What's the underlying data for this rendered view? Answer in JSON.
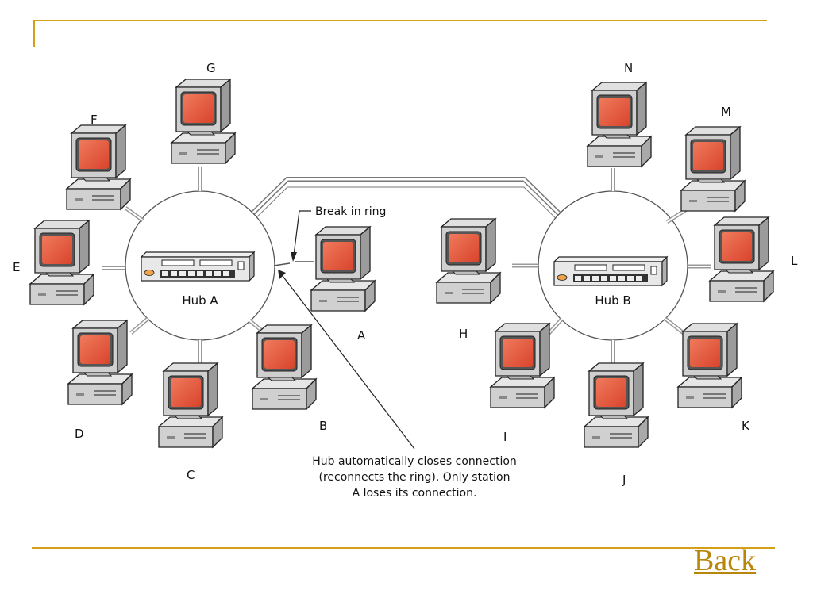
{
  "diagram": {
    "hubs": [
      {
        "id": "hubA",
        "label": "Hub A"
      },
      {
        "id": "hubB",
        "label": "Hub B"
      }
    ],
    "stations": [
      {
        "id": "A",
        "label": "A",
        "hub": "hubA",
        "broken": true
      },
      {
        "id": "B",
        "label": "B",
        "hub": "hubA"
      },
      {
        "id": "C",
        "label": "C",
        "hub": "hubA"
      },
      {
        "id": "D",
        "label": "D",
        "hub": "hubA"
      },
      {
        "id": "E",
        "label": "E",
        "hub": "hubA"
      },
      {
        "id": "F",
        "label": "F",
        "hub": "hubA"
      },
      {
        "id": "G",
        "label": "G",
        "hub": "hubA"
      },
      {
        "id": "H",
        "label": "H",
        "hub": "hubB"
      },
      {
        "id": "I",
        "label": "I",
        "hub": "hubB"
      },
      {
        "id": "J",
        "label": "J",
        "hub": "hubB"
      },
      {
        "id": "K",
        "label": "K",
        "hub": "hubB"
      },
      {
        "id": "L",
        "label": "L",
        "hub": "hubB"
      },
      {
        "id": "M",
        "label": "M",
        "hub": "hubB"
      },
      {
        "id": "N",
        "label": "N",
        "hub": "hubB"
      }
    ],
    "break_label": "Break in ring",
    "note_lines": [
      "Hub automatically closes connection",
      "(reconnects the ring). Only station",
      "A loses its connection."
    ],
    "colors": {
      "screen": "#e2583e",
      "cable": "#8a8a8a",
      "accent_rule": "#d4a017"
    }
  },
  "nav": {
    "back_label": "Back"
  }
}
